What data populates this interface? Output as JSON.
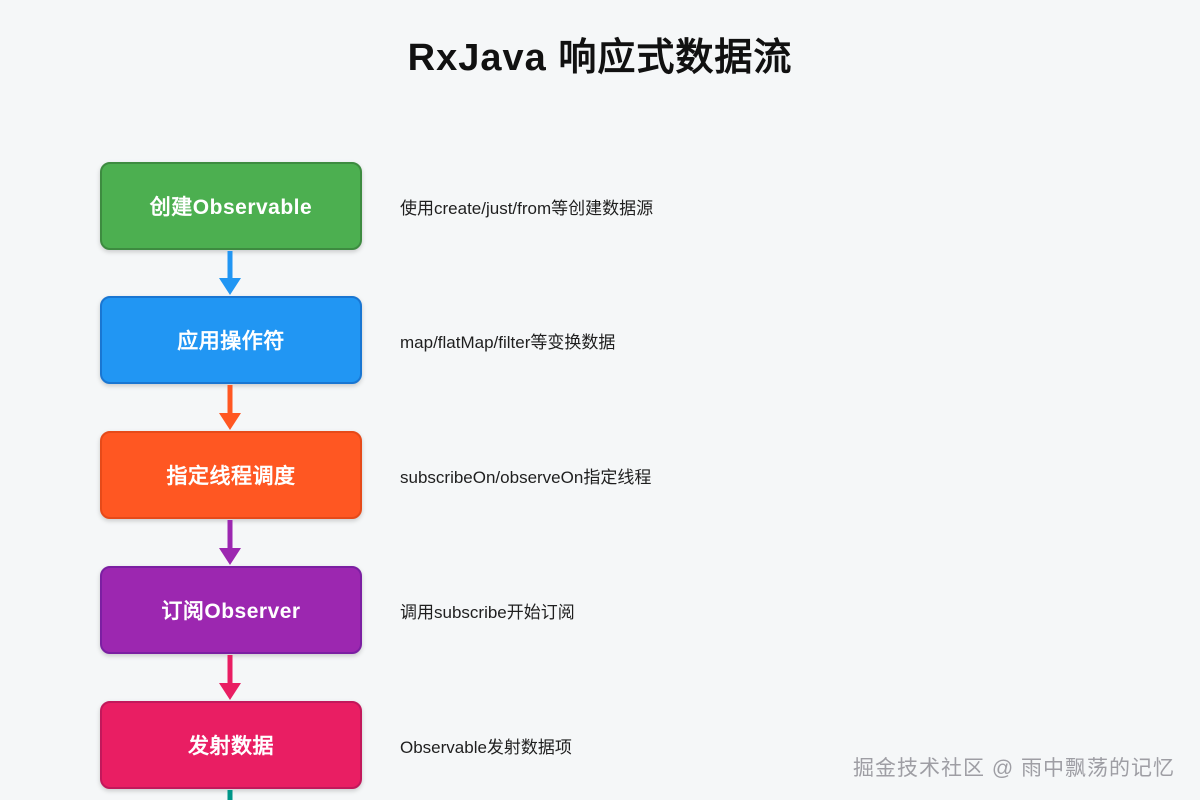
{
  "title": "RxJava 响应式数据流",
  "watermark": "掘金技术社区 @ 雨中飘荡的记忆",
  "steps": [
    {
      "label": "创建Observable",
      "description": "使用create/just/from等创建数据源",
      "color": "#4CAF50",
      "border": "#3D8B40"
    },
    {
      "label": "应用操作符",
      "description": "map/flatMap/filter等变换数据",
      "color": "#2196F3",
      "border": "#1976D2"
    },
    {
      "label": "指定线程调度",
      "description": "subscribeOn/observeOn指定线程",
      "color": "#FF5722",
      "border": "#E64A19"
    },
    {
      "label": "订阅Observer",
      "description": "调用subscribe开始订阅",
      "color": "#9C27B0",
      "border": "#7B1FA2"
    },
    {
      "label": "发射数据",
      "description": "Observable发射数据项",
      "color": "#E91E63",
      "border": "#C2185B"
    }
  ],
  "arrows": [
    {
      "color": "#2196F3"
    },
    {
      "color": "#FF5722"
    },
    {
      "color": "#9C27B0"
    },
    {
      "color": "#E91E63"
    },
    {
      "color": "#009688"
    }
  ]
}
